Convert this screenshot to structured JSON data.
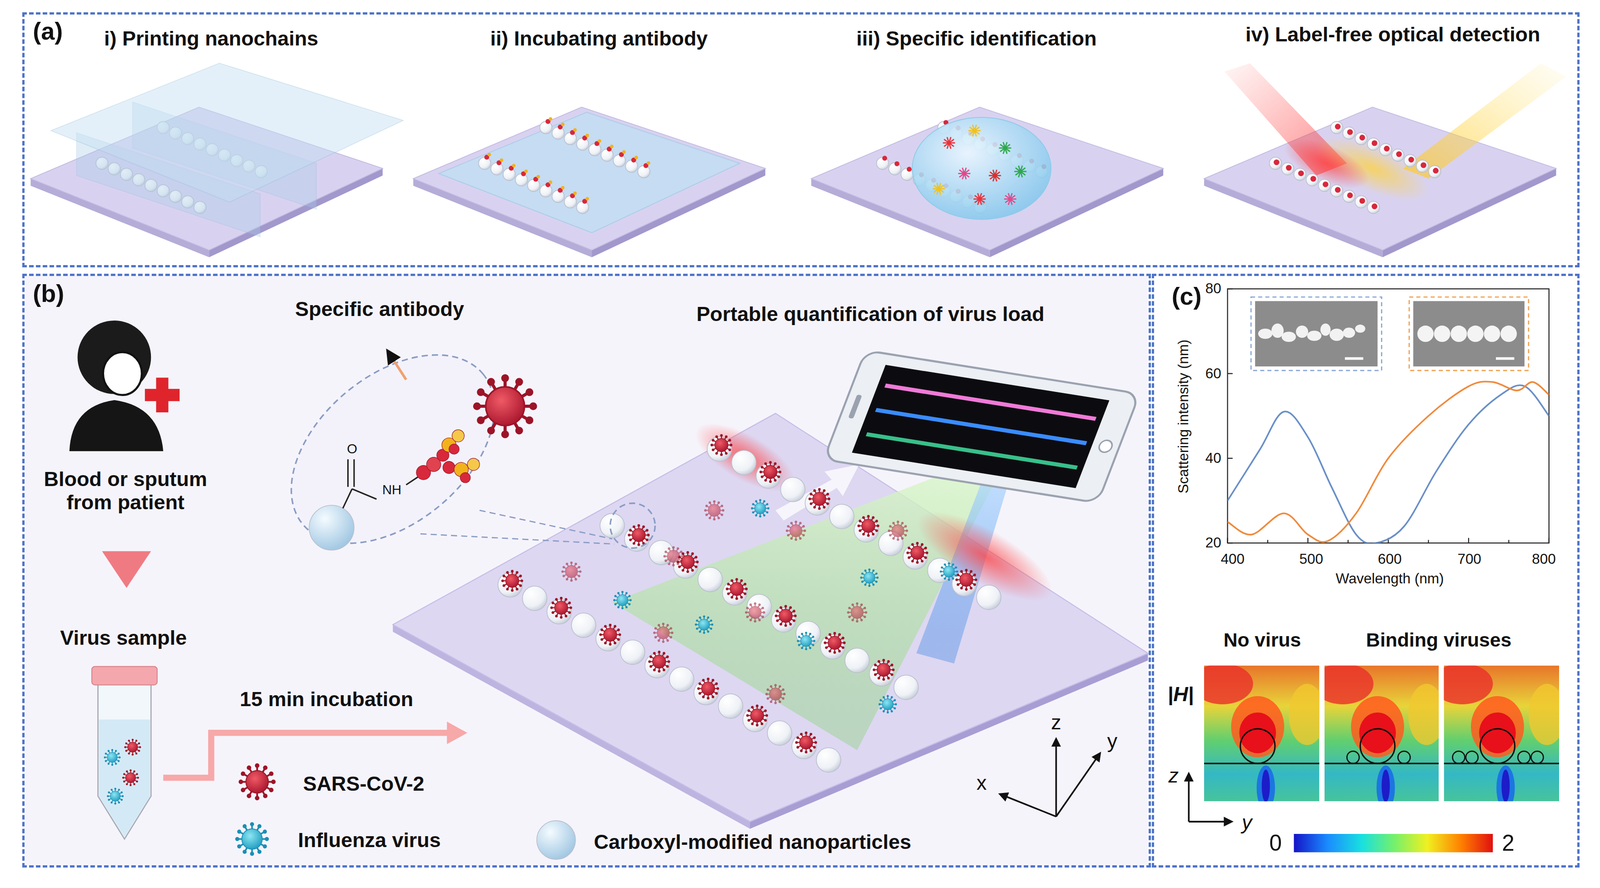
{
  "diagram": {
    "nodes": [
      {
        "text": [
          "(a)"
        ]
      },
      {
        "text": [
          "(b)"
        ]
      },
      {
        "text": [
          "(c)"
        ]
      }
    ],
    "labels": [
      "i) Printing nanochains",
      "ii) Incubating antibody",
      "iii) Specific identification",
      "iv) Label-free optical detection",
      "Blood or sputum from patient",
      "Virus sample",
      "15 min incubation",
      "Specific antibody",
      "Portable quantification of virus load",
      "O",
      "NH",
      "z",
      "y",
      "x",
      "Scattering intensity (nm)",
      "80",
      "60",
      "40",
      "20",
      "400",
      "500",
      "600",
      "700",
      "800",
      "Wavelength (nm)",
      "No virus",
      "Binding viruses",
      "|H|",
      "z",
      "y",
      "0",
      "2"
    ],
    "legend": [
      {
        "text": "SARS-CoV-2"
      },
      {
        "text": "Influenza virus"
      },
      {
        "text": "Carboxyl-modified nanoparticles"
      }
    ]
  }
}
